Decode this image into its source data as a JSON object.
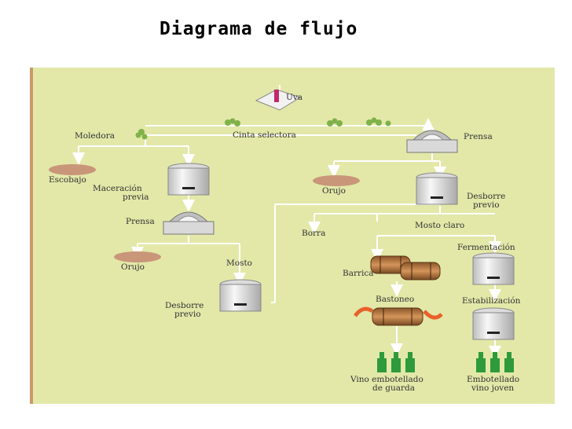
{
  "title": "Diagrama de flujo",
  "nodes": {
    "uva": "Uva",
    "moledora": "Moledora",
    "cinta": "Cinta selectora",
    "prensa_top": "Prensa",
    "escobajo": "Escobajo",
    "maceracion_1": "Maceración",
    "maceracion_2": "previa",
    "prensa_left": "Prensa",
    "orujo_left": "Orujo",
    "mosto": "Mosto",
    "desborre_left_1": "Desborre",
    "desborre_left_2": "previo",
    "orujo_right": "Orujo",
    "desborre_right_1": "Desborre",
    "desborre_right_2": "previo",
    "borra": "Borra",
    "mosto_claro": "Mosto claro",
    "fermentacion": "Fermentación",
    "barrica": "Barrica",
    "bastoneo": "Bastoneo",
    "estabilizacion": "Estabilización",
    "guarda_1": "Vino embotellado",
    "guarda_2": "de guarda",
    "joven_1": "Embotellado",
    "joven_2": "vino joven"
  },
  "colors": {
    "background": "#e3e8a8",
    "lines": "#ffffff",
    "bottle": "#2e9a3c",
    "tank": "#e6e6e6",
    "barrel": "#b57a45",
    "arrow_accent": "#e8612a",
    "residue": "#c9967a"
  }
}
